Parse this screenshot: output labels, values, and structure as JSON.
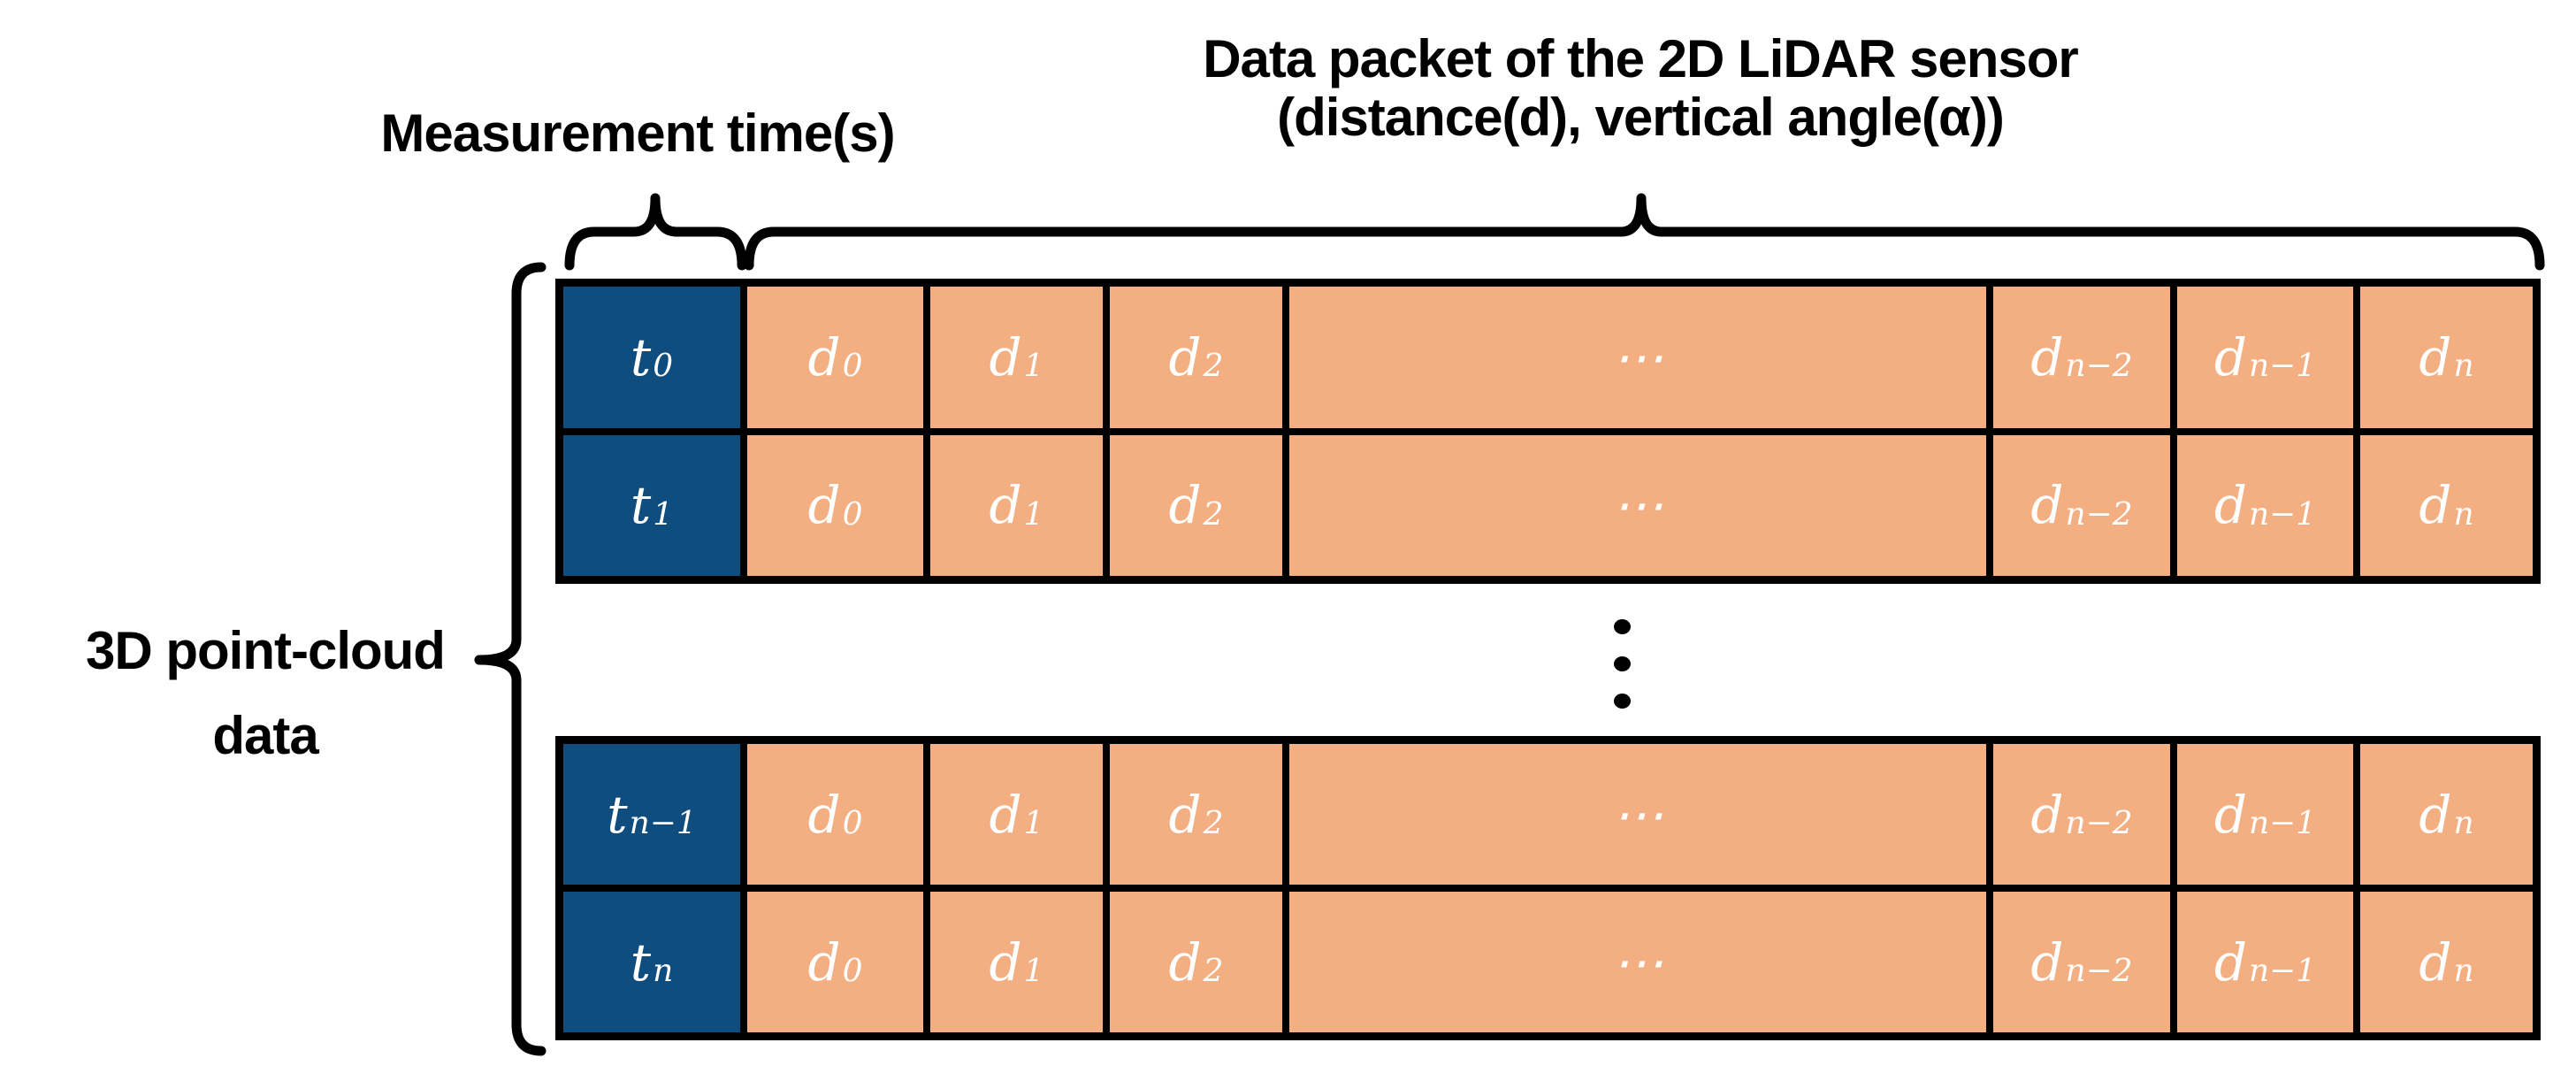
{
  "labels": {
    "measurement_time": "Measurement time(s)",
    "data_packet_line1": "Data packet of the 2D LiDAR sensor",
    "data_packet_line2": "(distance(d), vertical angle(α))",
    "point_cloud_line1": "3D point-cloud",
    "point_cloud_line2": "data"
  },
  "colors": {
    "time_cell": "#0E4D7E",
    "data_cell": "#F3AF82",
    "grid_border": "#000000",
    "cell_text": "#FFFFFF",
    "label_text": "#000000"
  },
  "table": {
    "rows": [
      {
        "time": {
          "base": "t",
          "sub": "0"
        },
        "cells": [
          {
            "base": "d",
            "sub": "0"
          },
          {
            "base": "d",
            "sub": "1"
          },
          {
            "base": "d",
            "sub": "2"
          },
          {
            "base": "⋯",
            "sub": ""
          },
          {
            "base": "d",
            "sub": "n−2"
          },
          {
            "base": "d",
            "sub": "n−1"
          },
          {
            "base": "d",
            "sub": "n"
          }
        ]
      },
      {
        "time": {
          "base": "t",
          "sub": "1"
        },
        "cells": [
          {
            "base": "d",
            "sub": "0"
          },
          {
            "base": "d",
            "sub": "1"
          },
          {
            "base": "d",
            "sub": "2"
          },
          {
            "base": "⋯",
            "sub": ""
          },
          {
            "base": "d",
            "sub": "n−2"
          },
          {
            "base": "d",
            "sub": "n−1"
          },
          {
            "base": "d",
            "sub": "n"
          }
        ]
      },
      {
        "time": {
          "base": "t",
          "sub": "n−1"
        },
        "cells": [
          {
            "base": "d",
            "sub": "0"
          },
          {
            "base": "d",
            "sub": "1"
          },
          {
            "base": "d",
            "sub": "2"
          },
          {
            "base": "⋯",
            "sub": ""
          },
          {
            "base": "d",
            "sub": "n−2"
          },
          {
            "base": "d",
            "sub": "n−1"
          },
          {
            "base": "d",
            "sub": "n"
          }
        ]
      },
      {
        "time": {
          "base": "t",
          "sub": "n"
        },
        "cells": [
          {
            "base": "d",
            "sub": "0"
          },
          {
            "base": "d",
            "sub": "1"
          },
          {
            "base": "d",
            "sub": "2"
          },
          {
            "base": "⋯",
            "sub": ""
          },
          {
            "base": "d",
            "sub": "n−2"
          },
          {
            "base": "d",
            "sub": "n−1"
          },
          {
            "base": "d",
            "sub": "n"
          }
        ]
      }
    ],
    "row_gap_ellipsis": "⋮"
  }
}
